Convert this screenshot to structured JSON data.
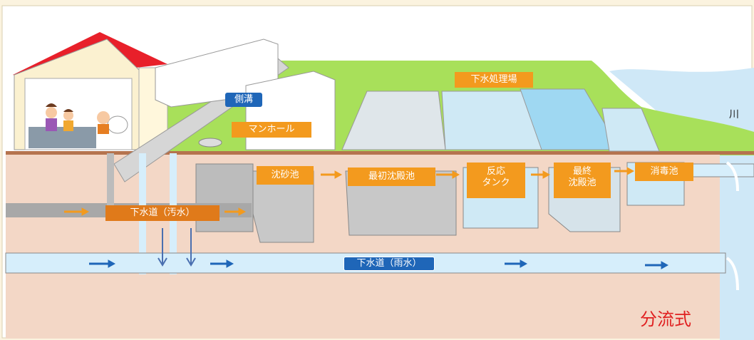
{
  "labels": {
    "sokko": "側溝",
    "manhole": "マンホール",
    "treatment_plant": "下水処理場",
    "grit_chamber": "沈砂池",
    "primary_sedimentation": "最初沈殿池",
    "reaction_tank": "反応\nタンク",
    "final_sedimentation": "最終\n沈殿池",
    "disinfection": "消毒池",
    "sewer_sewage": "下水道（汚水）",
    "sewer_rainwater": "下水道（雨水）",
    "river": "川",
    "system_name": "分流式"
  },
  "colors": {
    "label_orange": "#f39a1e",
    "label_blue": "#1f66b8",
    "system_name_red": "#e02020",
    "ground": "#f3d7c6",
    "grass": "#a8e05a",
    "water": "#d6eefb",
    "river": "#cfe8f7",
    "arrow_blue": "#1f66b8",
    "arrow_orange": "#f39a1e"
  },
  "icons": [
    "house-icon",
    "family-people-icon",
    "toilet-icon",
    "rain-drop-arrow-icon",
    "outflow-pipe-icon"
  ]
}
